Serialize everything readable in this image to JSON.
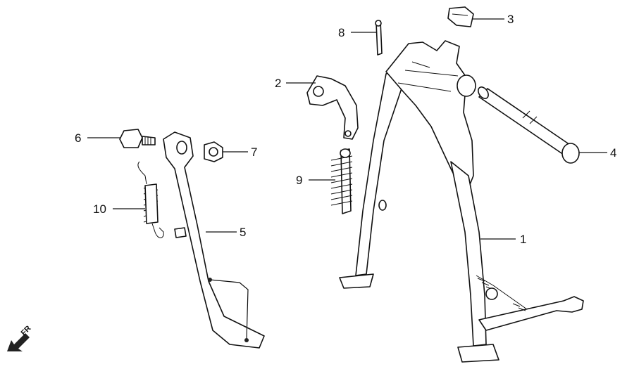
{
  "diagram": {
    "direction_marker": {
      "text": "FR",
      "icon": "front-direction-arrow-icon"
    },
    "callouts": [
      {
        "id": "1",
        "label": "1"
      },
      {
        "id": "2",
        "label": "2"
      },
      {
        "id": "3",
        "label": "3"
      },
      {
        "id": "4",
        "label": "4"
      },
      {
        "id": "5",
        "label": "5"
      },
      {
        "id": "6",
        "label": "6"
      },
      {
        "id": "7",
        "label": "7"
      },
      {
        "id": "8",
        "label": "8"
      },
      {
        "id": "9",
        "label": "9"
      },
      {
        "id": "10",
        "label": "10"
      }
    ]
  }
}
